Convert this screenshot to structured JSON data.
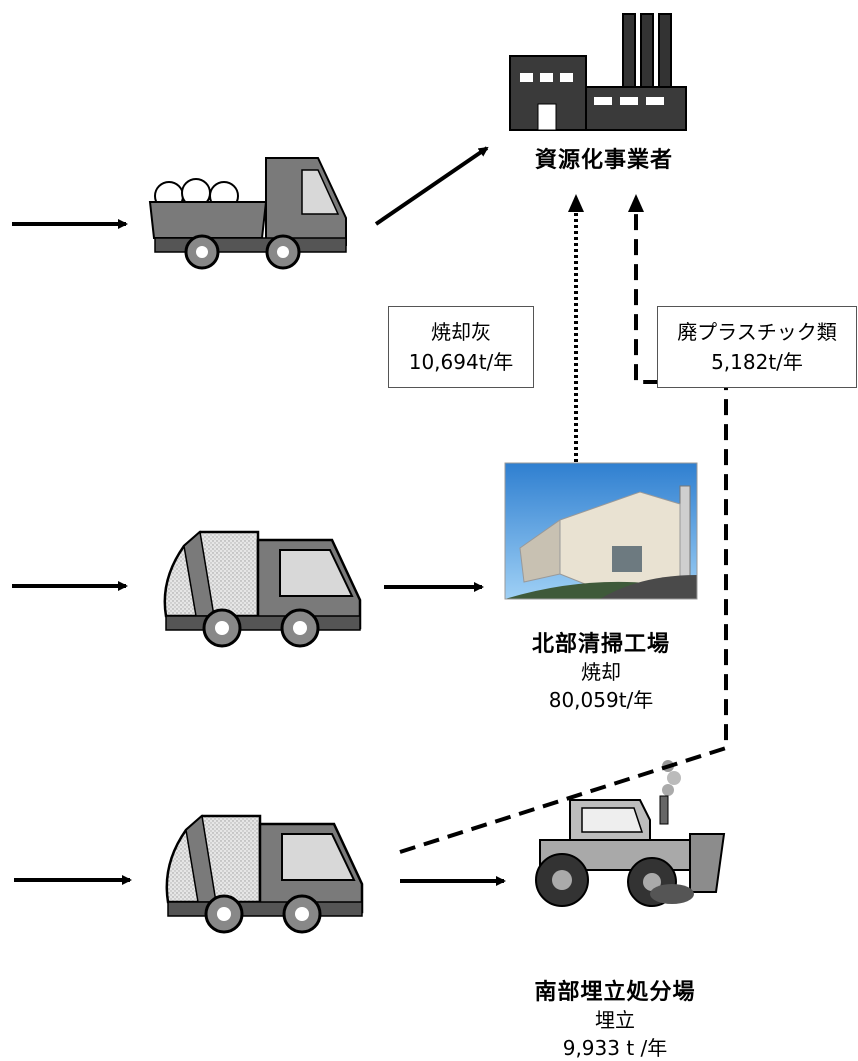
{
  "recycler": {
    "name": "資源化事業者"
  },
  "incinerator": {
    "name": "北部清掃工場",
    "process": "焼却",
    "amount": "80,059t/年"
  },
  "landfill": {
    "name": "南部埋立処分場",
    "process": "埋立",
    "amount": "9,933 t /年"
  },
  "flows": {
    "ash": {
      "label": "焼却灰",
      "amount": "10,694t/年"
    },
    "plastic": {
      "label": "廃プラスチック類",
      "amount": "5,182t/年"
    }
  },
  "colors": {
    "line": "#000000",
    "truck_gray": "#7a7a7a",
    "truck_light": "#d8d8d8"
  },
  "icons": [
    "factory-icon",
    "dump-truck-icon",
    "garbage-truck-icon",
    "incineration-plant-photo",
    "bulldozer-icon"
  ]
}
